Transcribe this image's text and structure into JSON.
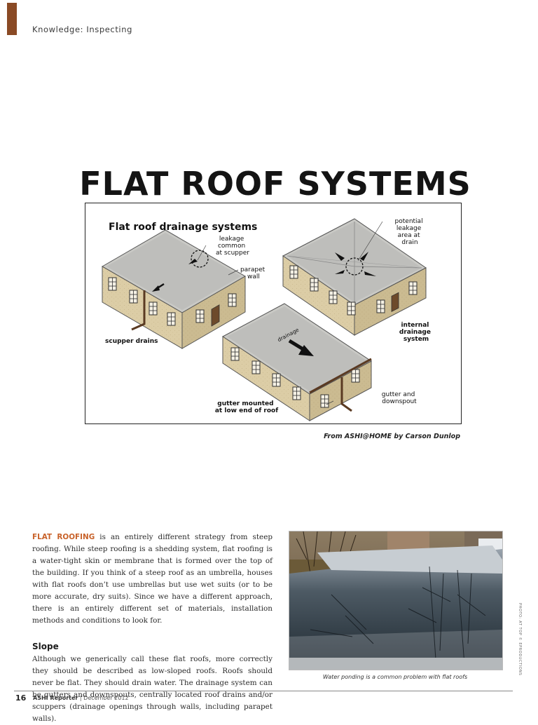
{
  "header": {
    "section": "Knowledge: Inspecting"
  },
  "title": "FLAT ROOF SYSTEMS",
  "figure": {
    "heading": "Flat roof drainage systems",
    "labels": {
      "leakage": [
        "leakage",
        "common",
        "at scupper"
      ],
      "parapet": [
        "parapet",
        "wall"
      ],
      "scupper": "scupper drains",
      "potential": [
        "potential",
        "leakage",
        "area at",
        "drain"
      ],
      "internal": [
        "internal",
        "drainage",
        "system"
      ],
      "drainage_arrow": "drainage",
      "gutter_mounted": [
        "gutter mounted",
        "at low end of roof"
      ],
      "gutter_downspout": [
        "gutter and",
        "downspout"
      ]
    }
  },
  "credit": "From ASHI@HOME by Carson Dunlop",
  "body": {
    "lead": "FLAT ROOFING",
    "intro": " is an entirely different strategy from steep roofing. While steep roofing is a shedding system, flat roofing is a water-tight skin or membrane that is formed over the top of the building. If you think of a steep roof as an umbrella, houses with flat roofs don’t use umbrellas but use wet suits (or to be more accurate, dry suits). Since we have a different approach, there is an entirely different set of materials, installation methods and conditions to look for.",
    "slope_heading": "Slope",
    "slope_text": "Although we generically call these flat roofs, more correctly they should be described as low-sloped roofs. Roofs should never be flat. They should drain water. The drainage system can be gutters and downspouts, centrally located roof drains and/or scuppers (drainage openings through walls, including parapet walls)."
  },
  "photo": {
    "caption": "Water ponding is a common problem with flat roofs"
  },
  "side_credit": "PHOTO: AT TOP © EPRODUCTIONS",
  "footer": {
    "page": "16",
    "publication": "ASHI Reporter",
    "separator": "|",
    "date": "December 2012"
  },
  "colors": {
    "accent": "#8a4a25",
    "lead": "#c8622a",
    "wall": "#d8c9a3",
    "roof": "#c4c4c0"
  }
}
